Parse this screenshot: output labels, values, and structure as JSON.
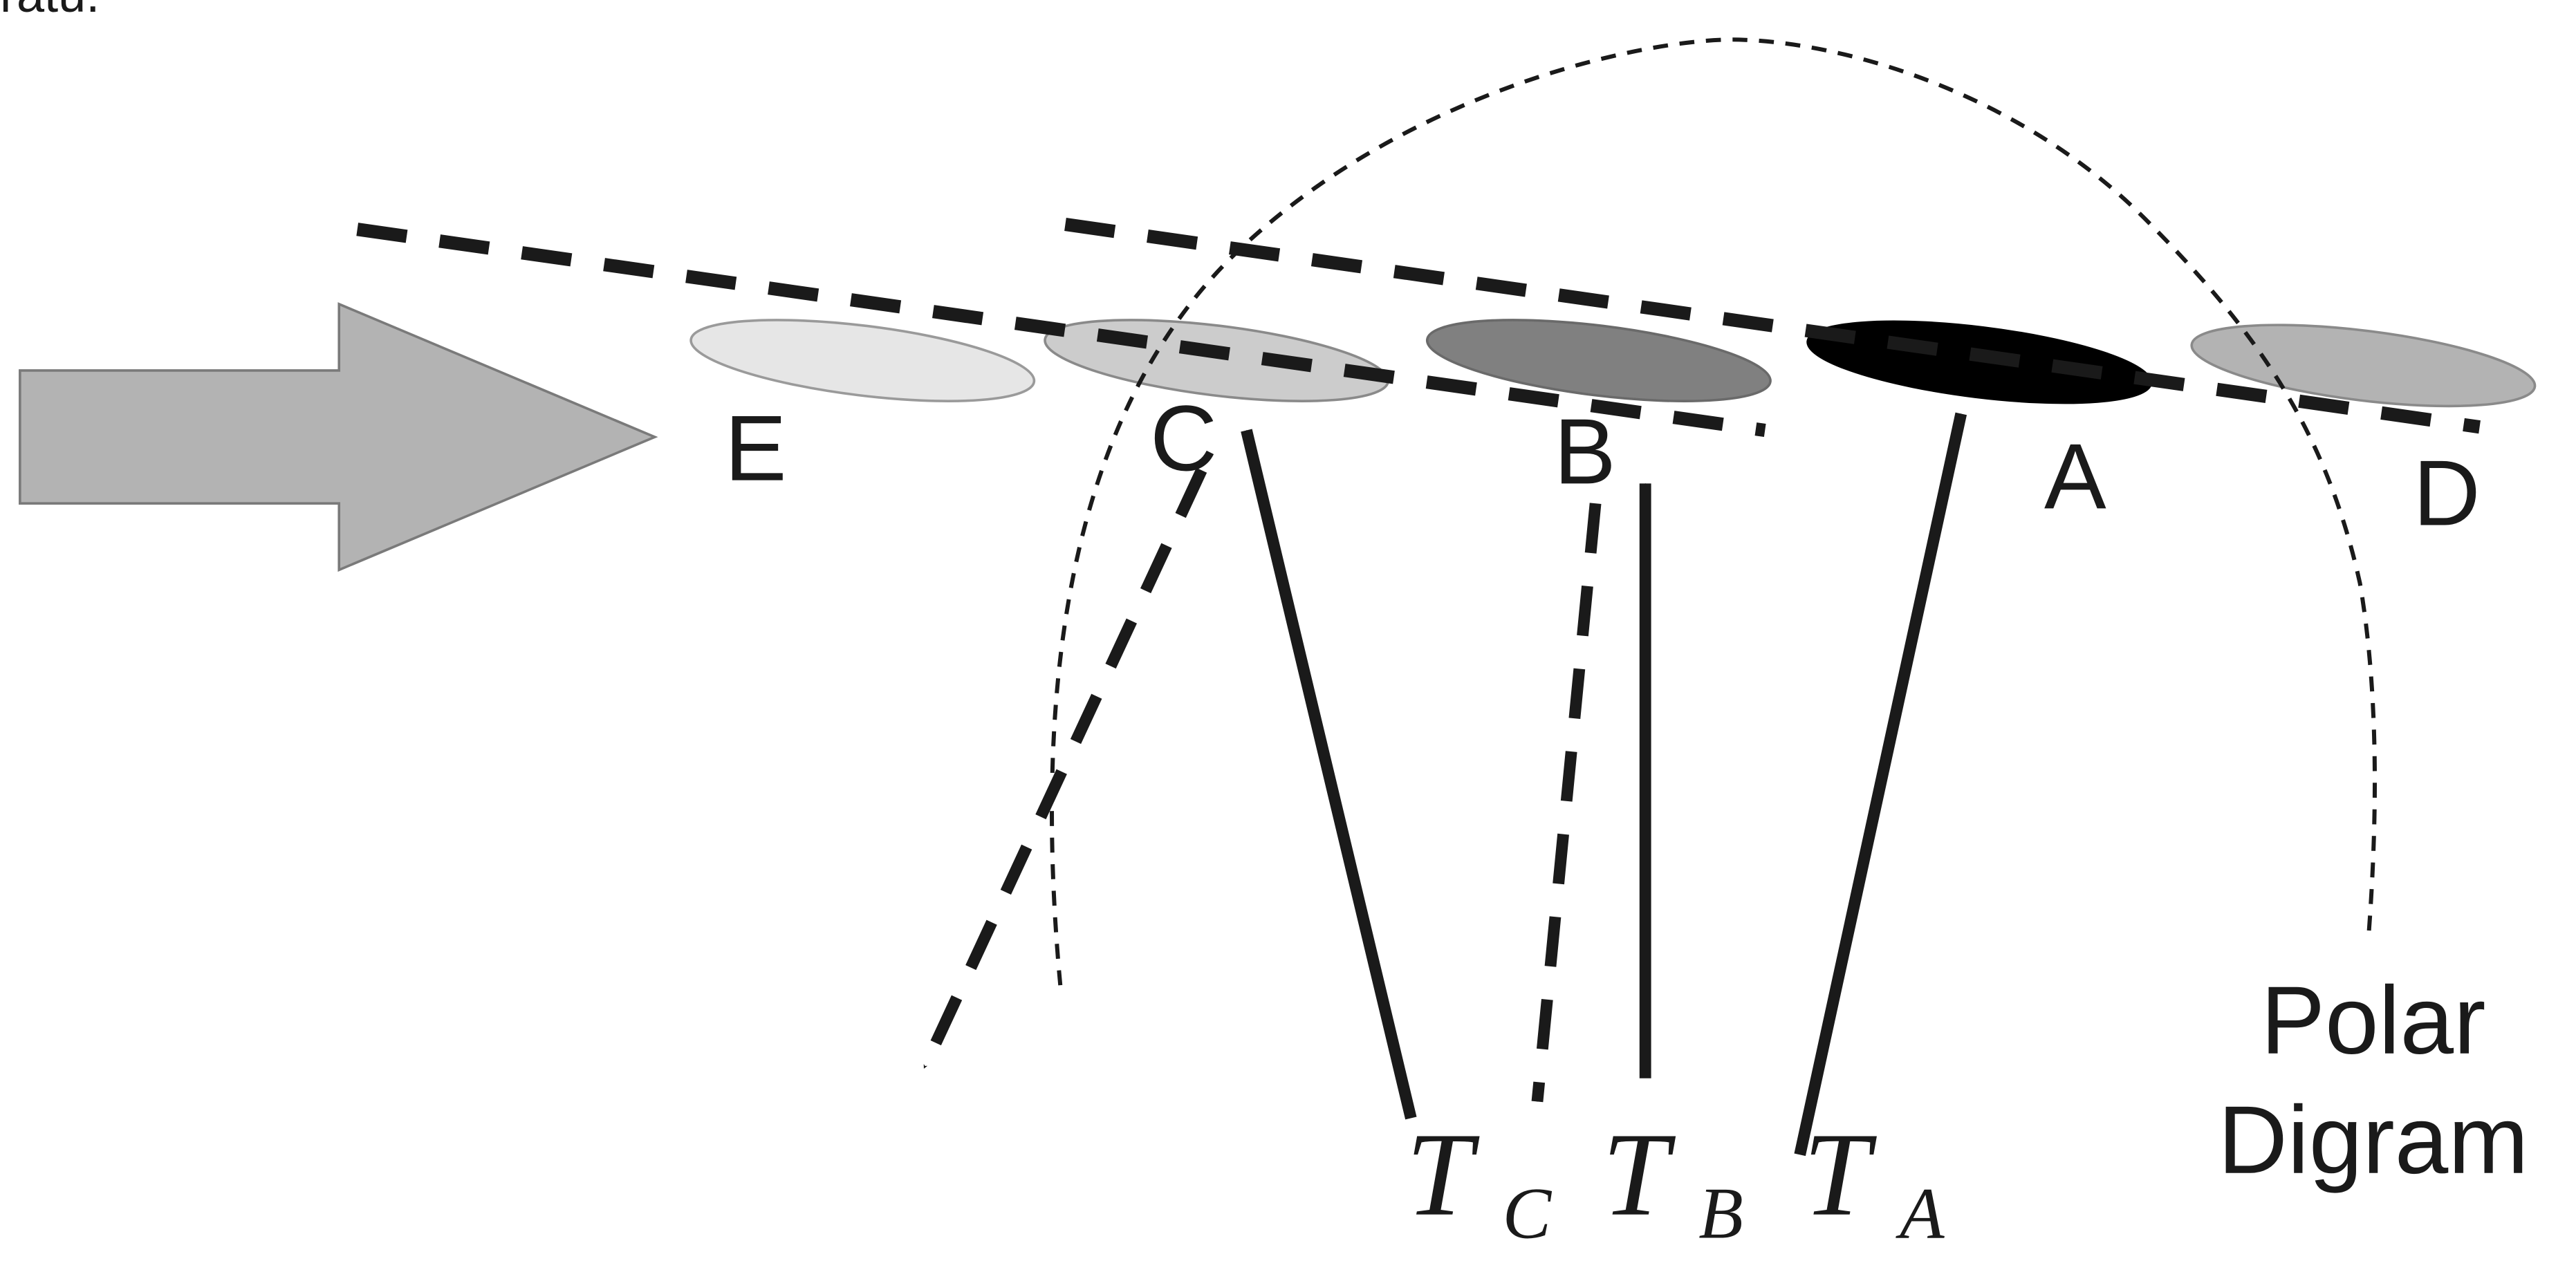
{
  "top_caption": "ratu.",
  "ellipse_labels": {
    "E": "E",
    "C": "C",
    "B": "B",
    "A": "A",
    "D": "D"
  },
  "thrust_labels": {
    "tc_main": "T",
    "tc_sub": "C",
    "tb_main": "T",
    "tb_sub": "B",
    "ta_main": "T",
    "ta_sub": "A"
  },
  "polar_label": {
    "line1": "Polar",
    "line2": "Digram"
  },
  "colors": {
    "ellipse_E": "#e6e6e6",
    "ellipse_C": "#cccccc",
    "ellipse_B": "#808080",
    "ellipse_A": "#000000",
    "ellipse_D": "#b3b3b3",
    "flow_arrow": "#b3b3b3",
    "ink": "#1a1a1a"
  }
}
